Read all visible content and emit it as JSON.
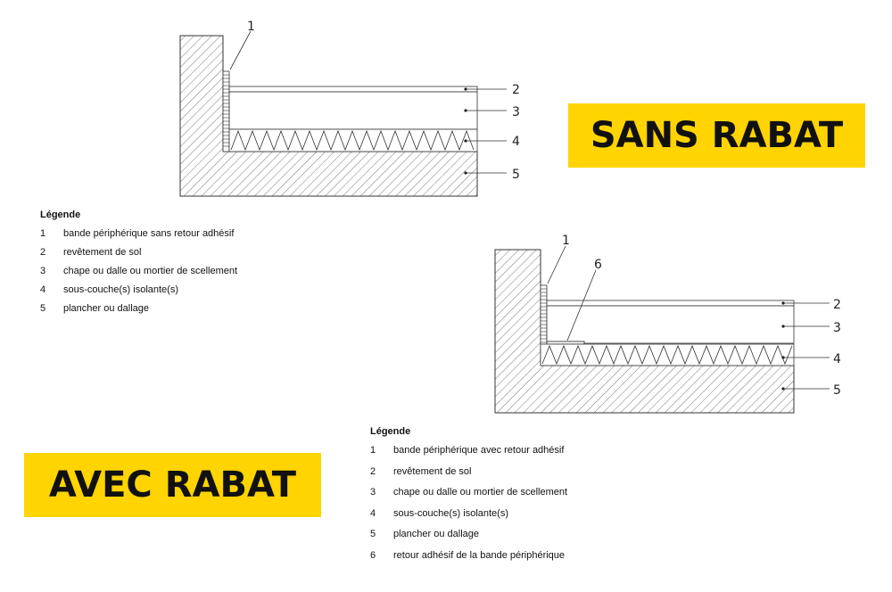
{
  "badges": {
    "sans_rabat": "SANS RABAT",
    "avec_rabat": "AVEC RABAT"
  },
  "diagram_top": {
    "callouts": [
      "1",
      "2",
      "3",
      "4",
      "5"
    ]
  },
  "diagram_bottom": {
    "callouts": [
      "1",
      "6",
      "2",
      "3",
      "4",
      "5"
    ]
  },
  "legend_top": {
    "title": "Légende",
    "items": [
      {
        "num": "1",
        "text": "bande périphérique sans retour adhésif"
      },
      {
        "num": "2",
        "text": "revêtement de sol"
      },
      {
        "num": "3",
        "text": "chape ou dalle ou mortier de scellement"
      },
      {
        "num": "4",
        "text": "sous-couche(s) isolante(s)"
      },
      {
        "num": "5",
        "text": "plancher ou dallage"
      }
    ]
  },
  "legend_bottom": {
    "title": "Légende",
    "items": [
      {
        "num": "1",
        "text": "bande périphérique avec retour adhésif"
      },
      {
        "num": "2",
        "text": "revêtement de sol"
      },
      {
        "num": "3",
        "text": "chape ou dalle ou mortier de scellement"
      },
      {
        "num": "4",
        "text": "sous-couche(s) isolante(s)"
      },
      {
        "num": "5",
        "text": "plancher ou dallage"
      },
      {
        "num": "6",
        "text": "retour adhésif de la bande périphérique"
      }
    ]
  },
  "colors": {
    "badge_bg": "#ffd400",
    "line": "#333333"
  }
}
